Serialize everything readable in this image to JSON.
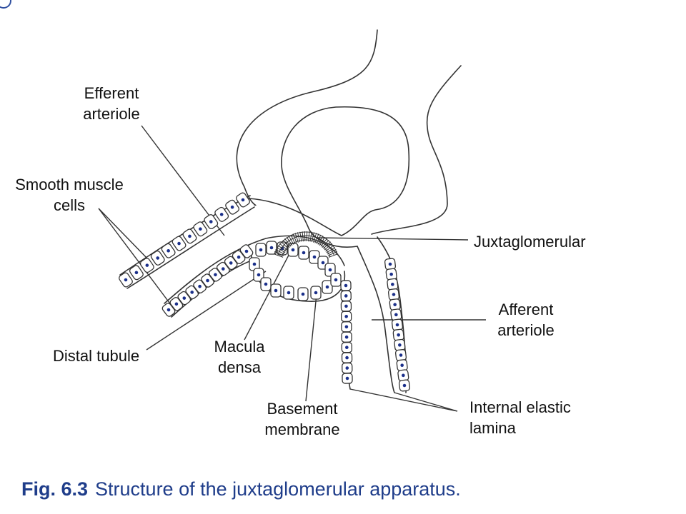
{
  "labels": {
    "efferent_arteriole": [
      "Efferent",
      "arteriole"
    ],
    "smooth_muscle_cells": [
      "Smooth muscle",
      "cells"
    ],
    "juxtaglomerular": "Juxtaglomerular",
    "afferent_arteriole": [
      "Afferent",
      "arteriole"
    ],
    "distal_tubule": "Distal tubule",
    "macula_densa": [
      "Macula",
      "densa"
    ],
    "basement_membrane": [
      "Basement",
      "membrane"
    ],
    "internal_elastic_lamina": [
      "Internal elastic",
      "lamina"
    ]
  },
  "caption": {
    "number": "Fig. 6.3",
    "text": "Structure of the juxtaglomerular apparatus."
  },
  "colors": {
    "line": "#333333",
    "nucleus": "#1a2f8a",
    "caption": "#1f3d8a"
  }
}
